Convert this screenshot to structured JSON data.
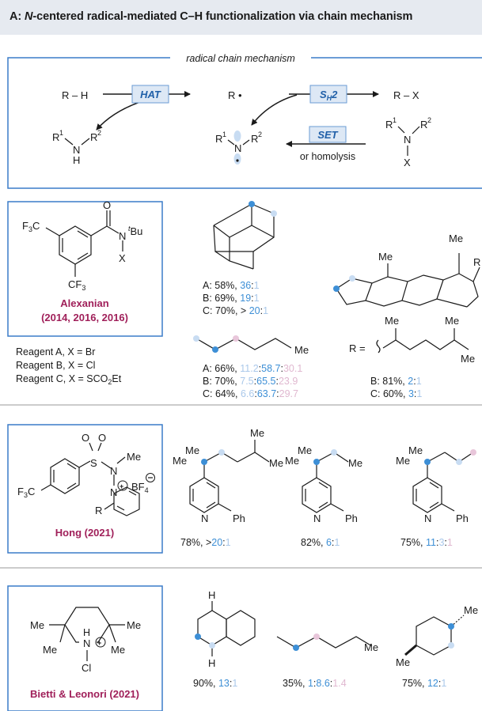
{
  "header": {
    "prefix": "A: ",
    "italic": "N",
    "title_rest": "-centered radical-mediated C–H functionalization via chain mechanism"
  },
  "mechanism": {
    "frame_title": "radical chain mechanism",
    "hat_label": "HAT",
    "sh2_label": "S",
    "sh2_sub": "H",
    "sh2_num": "2",
    "set_label": "SET",
    "homolysis_label": "or homolysis",
    "rh": "R – H",
    "r_radical": "R •",
    "rx": "R – X",
    "r1": "R",
    "r1_sup": "1",
    "r2": "R",
    "r2_sup": "2",
    "n": "N",
    "h": "H",
    "x": "X"
  },
  "colors": {
    "frame_blue": "#3a7cc8",
    "label_blue": "#1f5fa8",
    "label_bg": "#dde8f5",
    "author": "#a0205a",
    "sel_blue": "#3d8fd6",
    "sel_light": "#c8dcf2",
    "sel_pink": "#e8c6da",
    "rule_gray": "#999999"
  },
  "alexanian": {
    "author": "Alexanian",
    "years": "(2014, 2016, 2016)",
    "tbu": "Bu",
    "tbu_t": "t",
    "f3c": "F",
    "cf3": "CF",
    "num3": "3",
    "c": "C",
    "o": "O",
    "reagents": [
      "Reagent A, X = Br",
      "Reagent B, X = Cl",
      "Reagent C, X = SCO"
    ],
    "reagent_c_sub": "2",
    "reagent_c_end": "Et",
    "adamantane": [
      {
        "label": "A: 58%, ",
        "v1": "36",
        "sep": ":",
        "v2": "1"
      },
      {
        "label": "B: 69%, ",
        "v1": "19",
        "sep": ":",
        "v2": "1"
      },
      {
        "label": "C: 70%, > ",
        "v1": "20",
        "sep": ":",
        "v2": "1"
      }
    ],
    "hexane_me": "Me",
    "hexane": [
      {
        "label": "A: 66%, ",
        "a": "11.2",
        "b": "58.7",
        "c": "30.1"
      },
      {
        "label": "B: 70%, ",
        "a": "7.5",
        "b": "65.5",
        "c": "23.9"
      },
      {
        "label": "C: 64%, ",
        "a": "6.6",
        "b": "63.7",
        "c": "29.7"
      }
    ],
    "steroid_me": "Me",
    "steroid_r": "R",
    "r_eq": "R =",
    "steroid": [
      {
        "label": "B: 81%, ",
        "v1": "2",
        "sep": ":",
        "v2": "1"
      },
      {
        "label": "C: 60%, ",
        "v1": "3",
        "sep": ":",
        "v2": "1"
      }
    ]
  },
  "hong": {
    "author": "Hong (2021)",
    "o": "O",
    "s": "S",
    "n": "N",
    "me": "Me",
    "r": "R",
    "bf4": "BF",
    "f3c": "F",
    "num3": "3",
    "c": "C",
    "ph": "Ph",
    "products": [
      {
        "label": "78%, >",
        "v1": "20",
        "sep": ":",
        "v2": "1"
      },
      {
        "label": "82%, ",
        "v1": "6",
        "sep": ":",
        "v2": "1"
      },
      {
        "label": "75%, ",
        "v1": "11",
        "sep": ":",
        "v2": "3",
        "sep2": ":",
        "v3": "1"
      }
    ]
  },
  "bietti": {
    "author": "Bietti & Leonori (2021)",
    "me": "Me",
    "n": "N",
    "h": "H",
    "cl": "Cl",
    "products": [
      {
        "label": "90%, ",
        "v1": "13",
        "sep": ":",
        "v2": "1"
      },
      {
        "label": "35%, ",
        "v1": "1",
        "sep": ":",
        "v2": "8.6",
        "sep2": ":",
        "v3": "1.4"
      },
      {
        "label": "75%, ",
        "v1": "12",
        "sep": ":",
        "v2": "1"
      }
    ]
  }
}
